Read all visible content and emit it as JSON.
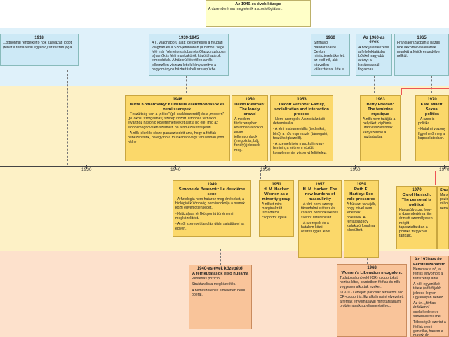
{
  "colors": {
    "blue_band": "#dff1fa",
    "yellow_band": "#fdf1c6",
    "orange_band": "#fde1cc",
    "accent_red": "#e55555"
  },
  "top_header": {
    "title": "Az 1940-es évek közepe",
    "text": "A dzsenderérma megjelenik a szociológiában."
  },
  "axis": {
    "ticks": [
      "1930",
      "1940",
      "1950",
      "1960",
      "1970"
    ]
  },
  "blue_boxes": [
    {
      "year": "1918",
      "text": "...otthonnal rendelkező nők szavazati jogot (tehát a férfiakéval egyenlő) szavazati joga"
    },
    {
      "year": "1939-1945",
      "text": "A II. világháború alatt ideiglenesen a nyugati világban és a Szovjetunióban (a háború vége felé már Németországban és Olaszországban is) a nők is férfi munkakörök között határok elmosódtak. A háború követően a nők jellemzően viszsza lettek kényszerítve a hagyományos háztartásbeli szerepükbe."
    },
    {
      "year": "1960",
      "text": "Sirimavo Bandaranaike Ceylon miniszterelnöke lett az első nő, akit közvetlen választással érte el."
    },
    {
      "year": "Az 1960-as évek",
      "text": "A nők jelentkezése a felsőoktatásba bőkkel nagyobb arányt a korábbiaknál fogalmaz."
    },
    {
      "year": "1965",
      "text": "Franciaországban a házas nők akkortól vállalhattak munkát a férjük engedélye nélkül."
    }
  ],
  "upper_boxes": [
    {
      "year": "1946",
      "title": "Mirra Komarovsky: Kulturális ellentmondások és nemi szerepek.",
      "items": [
        "- Feszültség van a „nőies” (pl. családszerető) és a „modern” (pl. okos, szorgalmas) szerep között. Utóbbi a férfiaktól elvárthoz hasonló követelményeket állít a nő elé, míg az előbbi megnövelen szemlélt, ha a nő ezeket teljesíti.",
        "- A nők jelenlős része panaszkodott arra, hogy a férfiak nehezen tűrik, ha egy nő a munkában vagy tanulásban jobb náluk."
      ]
    },
    {
      "year": "1950",
      "title": "David Riesman: The lonely crowd",
      "items": [
        "A modern férfiszerepben korábban a nőktől elvárt jellemvonások (megbízás, báj, fortély) jelennek meg."
      ]
    },
    {
      "year": "1953",
      "title": "Talcott Parsons: Family, socialization and interaction process",
      "items": [
        "- Nemi szerepek. A szocializáció determinálja.",
        "- A férfi instrumentális (technikai, bíró), a nők expresszív (támogató, feszültségkezelő).",
        "- A személyiség maszkulin vagy feminin, a két nem között komplementer viszonyt feltételez."
      ]
    },
    {
      "year": "1963",
      "title": "Betty Friedan: The feminine mystique",
      "items": [
        "A nők nem találják a helyüket, dipló­mia után visszavannak kényszerítve a háztartásba."
      ]
    },
    {
      "year": "1970",
      "title": "Kate Millett: Sexual politics",
      "items": [
        "- A szex is politika",
        "- Hatalmi viszony figyelhető meg a kapcsolatokban."
      ]
    }
  ],
  "lower_boxes": [
    {
      "year": "1949",
      "title": "Simone de Beauvoir: Le deuxième sexe",
      "items": [
        "- A fiziológia nem határoz meg értékeket, a biológiai különbség nem indokolja a nemek közti egyenlőtlenséget.",
        "- Kritizálja a férfiközpontú történelmi megközelítést.",
        "- A női szerepet tanulás útján sajátítja el az egyén."
      ]
    },
    {
      "year": "1951",
      "title": "H. M. Hacker: Women as a minority group",
      "items": [
        "A nőket mint marginalizált társadalmi csoportot írja le."
      ]
    },
    {
      "year": "1957",
      "title": "H. M. Hacker: The new burdens of masculinity",
      "items": [
        "- A férfi nemi szerep társadalmi státusz és családi berendezkedés szerint differenciált.",
        "- A szerepek és a hatalom közti összefüggés lehet."
      ]
    },
    {
      "year": "1959",
      "title": "Ruth E. Hartley: Sex role pressures",
      "items": [
        "A fiúk azt tanulják, hogy mivel nem lehetnek nőiesnek. A férfiasság így kialakuló fogalma kikerültott."
      ]
    },
    {
      "year": "1970",
      "title": "Carol Hanisch: The personal is political",
      "items": [
        "Hangsúlyozza, hogy a dzsendertéma liter érintett személyesen mégitt tapasztaltakban a politika tárgyköre tartozik."
      ]
    },
    {
      "year": "",
      "title": "Shula...",
      "items": [
        "Marxiz... pozició... változ... nemeknek"
      ]
    }
  ],
  "orange_boxes": [
    {
      "header": "1940-es évek közepétől",
      "title": "A férfikutatások első hulláma",
      "items": [
        "Perifériás pozíció.",
        "Strukturalista megközelítés.",
        "A nemi szerepek elmélettén belül operál."
      ]
    },
    {
      "year": "1968",
      "title": "Women's Liberation mozgalom.",
      "items": [
        "Tudatosságnövelő (CR) csoportokat hoztak létre, kezdetben férfiak és nők vegyesen alkották ezeket.",
        "~1970 - Létrejött pár csak férfiakból álló CR-csoport is. Ez alkalmasint elvezetett a férfiak elnyomásával mint társadalmi problémának az elismeréséhez."
      ]
    },
    {
      "header": "Az 1970-es év...",
      "title": "Férfifelszabadító...",
      "items": [
        "Nemcsak a nő, a férfi is elnyomott a férfiszerep által.",
        "A nők egyenlővé tétele (a férfi jobb jelzése legyen ugyanolyan nehéz.",
        "Az ún. „férfias érdekeno” csekekedetekre sarkall és felülné.",
        "Többségük szerint a férfiak nemi genetika, hanem a maszkulin társadalmi nálás (szülők, iskola, média) okozza."
      ]
    }
  ]
}
